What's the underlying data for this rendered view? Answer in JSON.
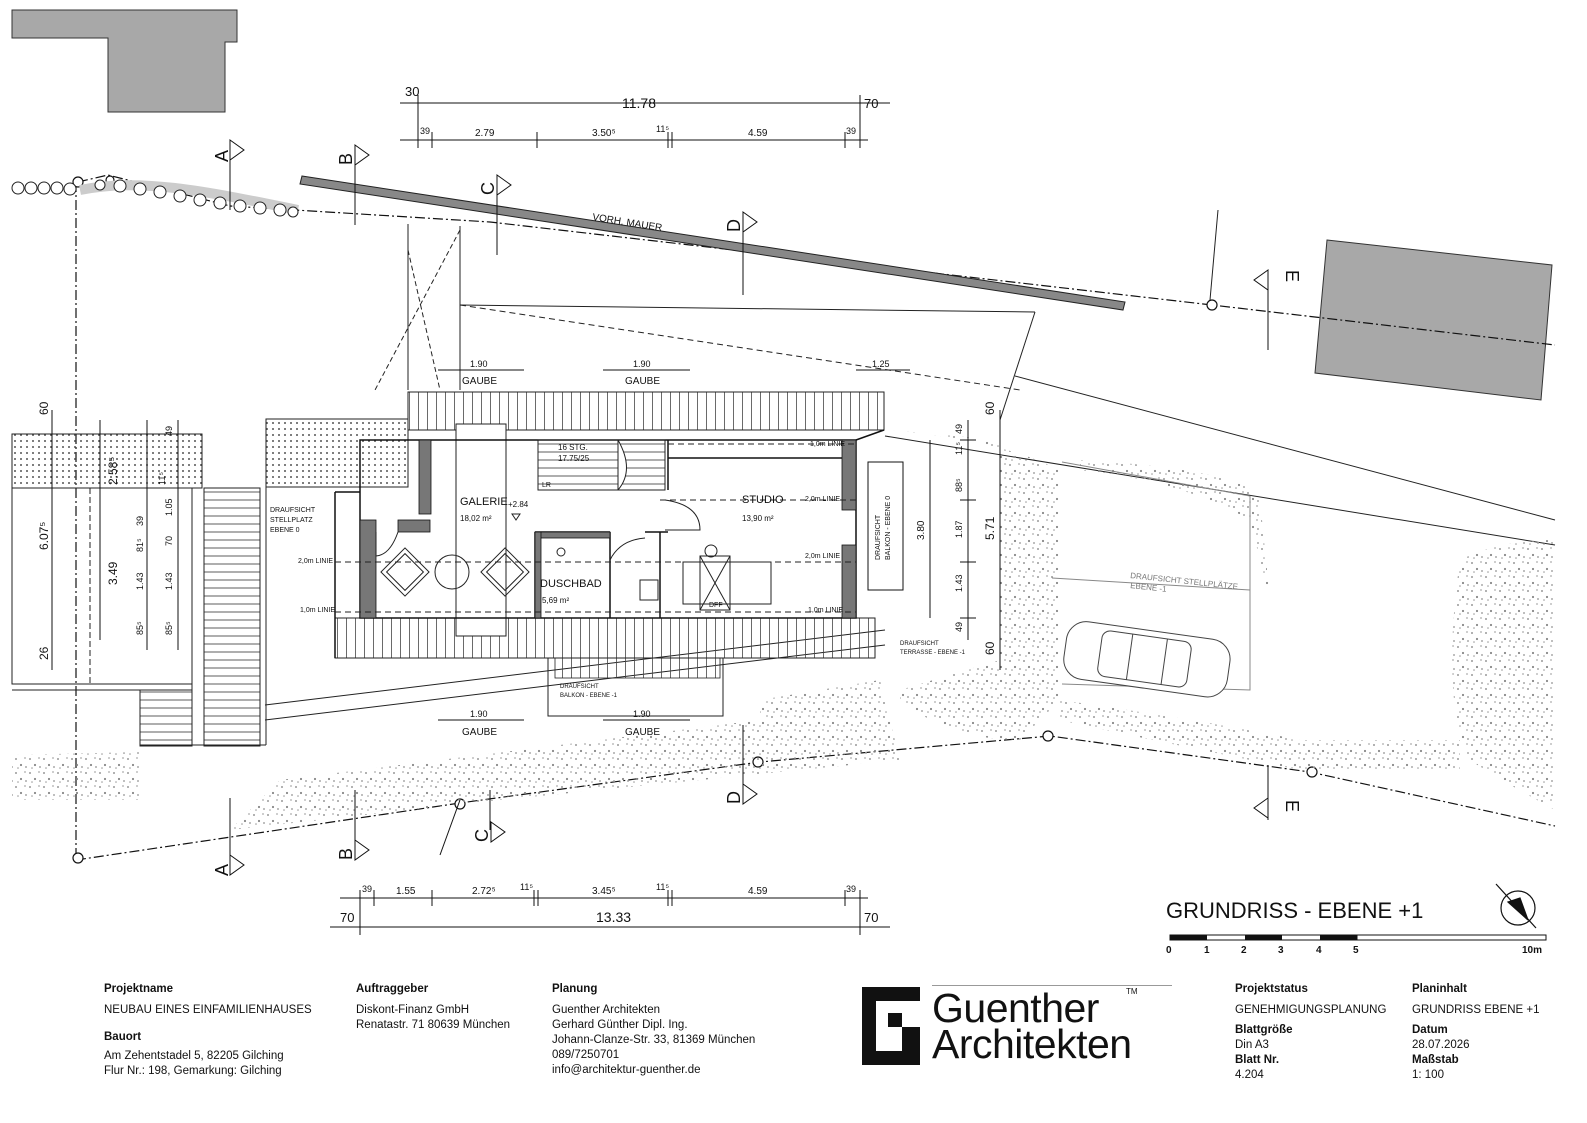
{
  "drawing": {
    "corner_label": "ND",
    "title": "GRUNDRISS  -  EBENE +1",
    "scale_bar_labels": [
      "0",
      "1",
      "2",
      "3",
      "4",
      "5",
      "10m"
    ],
    "section_marks": [
      "A",
      "B",
      "C",
      "D",
      "E"
    ],
    "top_dims": {
      "overall": [
        "30",
        "11.78",
        "70"
      ],
      "detail": [
        "39",
        "2.79",
        "3.50⁵",
        "11⁵",
        "4.59",
        "39"
      ]
    },
    "bottom_dims": {
      "overall": [
        "70",
        "13.33",
        "70"
      ],
      "detail": [
        "39",
        "1.55",
        "2.72⁵",
        "11⁵",
        "3.45⁵",
        "11⁵",
        "4.59",
        "39"
      ]
    },
    "gaube": {
      "label": "GAUBE",
      "width": "1.90"
    },
    "balcony_width": "1.25",
    "left_dims": [
      "60",
      "6.07⁵",
      "26",
      "2.58⁵",
      "3.49",
      "49",
      "39",
      "81⁵",
      "70",
      "1.05",
      "1.43",
      "85⁵",
      "1.43",
      "85⁵",
      "11⁵"
    ],
    "right_dims": [
      "60",
      "5.71",
      "60",
      "3.80",
      "49",
      "88⁵",
      "1.87",
      "1.43",
      "49",
      "11⁵"
    ],
    "wall_label": "VORH. MAUER",
    "rooms": [
      {
        "name": "GALERIE",
        "area": "18,02 m²"
      },
      {
        "name": "STUDIO",
        "area": "13,90 m²"
      },
      {
        "name": "DUSCHBAD",
        "area": "5,69 m²"
      }
    ],
    "level_mark": "+2.84",
    "stair_label": [
      "16 STG.",
      "17.75/25"
    ],
    "stair_lr": "LR",
    "dff": "DFF",
    "lines": {
      "one_m": "1,0m LINIE",
      "two_m": "2,0m LINIE"
    },
    "notes": {
      "stellplatz_0": [
        "DRAUFSICHT",
        "STELLPLATZ",
        "EBENE 0"
      ],
      "balkon_0": [
        "DRAUFSICHT",
        "BALKON - EBENE 0"
      ],
      "terrasse_m1": [
        "DRAUFSICHT",
        "TERRASSE - EBENE -1"
      ],
      "balkon_m1": [
        "DRAUFSICHT",
        "BALKON - EBENE -1"
      ],
      "stellplaetze_m1": [
        "DRAUFSICHT STELLPLÄTZE",
        "EBENE -1"
      ]
    }
  },
  "title_block": {
    "projektname_label": "Projektname",
    "projektname": "NEUBAU EINES EINFAMILIENHAUSES",
    "bauort_label": "Bauort",
    "bauort_1": "Am Zehentstadel 5, 82205 Gilching",
    "bauort_2": "Flur Nr.: 198,    Gemarkung: Gilching",
    "auftraggeber_label": "Auftraggeber",
    "auftraggeber_1": "Diskont-Finanz GmbH",
    "auftraggeber_2": "Renatastr. 71 80639 München",
    "planung_label": "Planung",
    "planung_1": "Guenther Architekten",
    "planung_2": "Gerhard Günther Dipl. Ing.",
    "planung_3": "Johann-Clanze-Str. 33,  81369 München",
    "planung_4": "089/7250701",
    "planung_5": "info@architektur-guenther.de",
    "logo_line1": "Guenther",
    "logo_line2": "Architekten",
    "logo_tm": "TM",
    "status_label": "Projektstatus",
    "status": "GENEHMIGUNGSPLANUNG",
    "blattgroesse_label": "Blattgröße",
    "blattgroesse": "Din A3",
    "blattnr_label": "Blatt Nr.",
    "blattnr": "4.204",
    "planinhalt_label": "Planinhalt",
    "planinhalt": "GRUNDRISS   EBENE +1",
    "datum_label": "Datum",
    "datum": "28.07.2026",
    "massstab_label": "Maßstab",
    "massstab": "1: 100"
  }
}
